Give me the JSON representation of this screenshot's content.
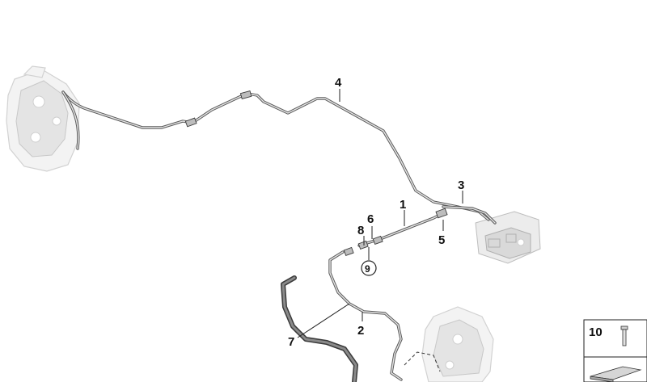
{
  "diagram": {
    "callouts": [
      {
        "id": "1",
        "text": "1"
      },
      {
        "id": "2",
        "text": "2"
      },
      {
        "id": "3",
        "text": "3"
      },
      {
        "id": "4",
        "text": "4"
      },
      {
        "id": "5",
        "text": "5"
      },
      {
        "id": "6",
        "text": "6"
      },
      {
        "id": "7",
        "text": "7"
      },
      {
        "id": "8",
        "text": "8"
      },
      {
        "id": "9",
        "text": "9"
      }
    ],
    "legend_box": {
      "label": "10"
    }
  }
}
